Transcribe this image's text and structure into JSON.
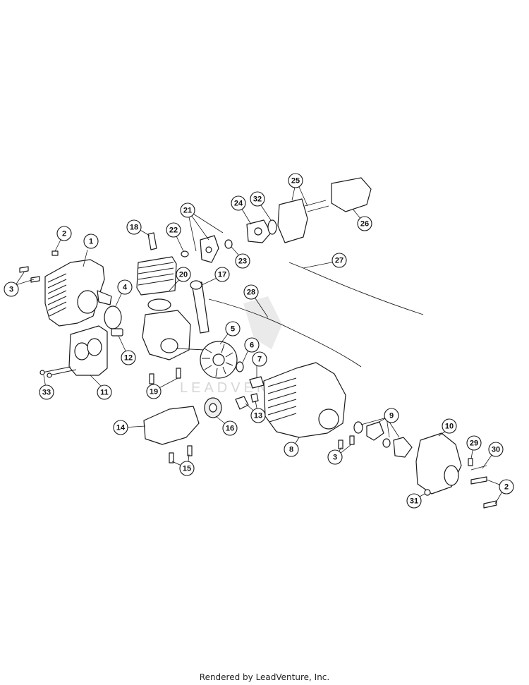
{
  "diagram": {
    "footer_credit": "Rendered by LeadVenture, Inc.",
    "watermark_text": "LEADVENTURE",
    "callouts": [
      {
        "id": "c1",
        "label": "1"
      },
      {
        "id": "c2a",
        "label": "2"
      },
      {
        "id": "c3a",
        "label": "3"
      },
      {
        "id": "c4",
        "label": "4"
      },
      {
        "id": "c5",
        "label": "5"
      },
      {
        "id": "c6",
        "label": "6"
      },
      {
        "id": "c7",
        "label": "7"
      },
      {
        "id": "c8",
        "label": "8"
      },
      {
        "id": "c9",
        "label": "9"
      },
      {
        "id": "c10",
        "label": "10"
      },
      {
        "id": "c11",
        "label": "11"
      },
      {
        "id": "c12",
        "label": "12"
      },
      {
        "id": "c13",
        "label": "13"
      },
      {
        "id": "c14",
        "label": "14"
      },
      {
        "id": "c15",
        "label": "15"
      },
      {
        "id": "c16",
        "label": "16"
      },
      {
        "id": "c17",
        "label": "17"
      },
      {
        "id": "c18",
        "label": "18"
      },
      {
        "id": "c19",
        "label": "19"
      },
      {
        "id": "c20",
        "label": "20"
      },
      {
        "id": "c21",
        "label": "21"
      },
      {
        "id": "c22",
        "label": "22"
      },
      {
        "id": "c23",
        "label": "23"
      },
      {
        "id": "c24",
        "label": "24"
      },
      {
        "id": "c25",
        "label": "25"
      },
      {
        "id": "c26",
        "label": "26"
      },
      {
        "id": "c27",
        "label": "27"
      },
      {
        "id": "c28",
        "label": "28"
      },
      {
        "id": "c29",
        "label": "29"
      },
      {
        "id": "c30",
        "label": "30"
      },
      {
        "id": "c31",
        "label": "31"
      },
      {
        "id": "c32",
        "label": "32"
      },
      {
        "id": "c33",
        "label": "33"
      },
      {
        "id": "c3b",
        "label": "3"
      },
      {
        "id": "c2b",
        "label": "2"
      }
    ]
  }
}
